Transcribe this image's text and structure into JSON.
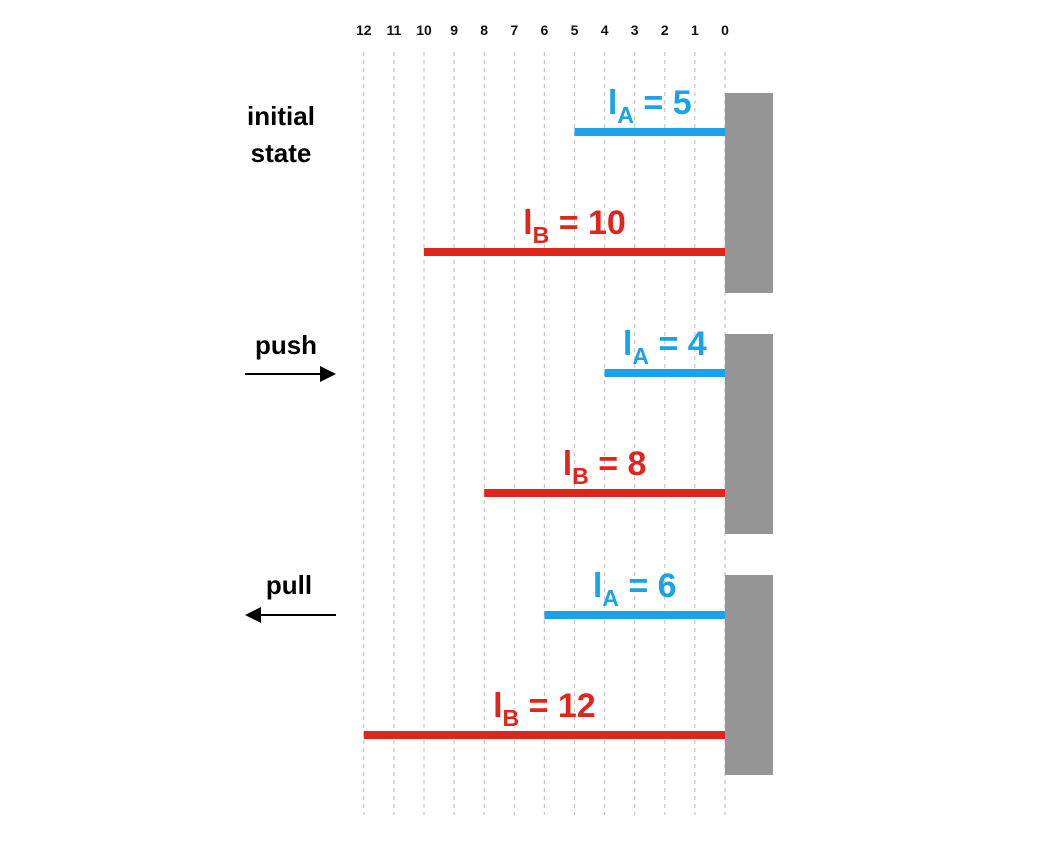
{
  "scale": {
    "ticks": [
      "12",
      "11",
      "10",
      "9",
      "8",
      "7",
      "6",
      "5",
      "4",
      "3",
      "2",
      "1",
      "0"
    ]
  },
  "colors": {
    "a_line": "#1aa3e8",
    "b_line": "#e0261b",
    "wall": "#959595",
    "gridline": "#c8c8c8",
    "text": "#000000"
  },
  "panels": [
    {
      "label_lines": [
        "initial",
        "state"
      ],
      "arrow": "none",
      "a": {
        "letter": "l",
        "sub": "A",
        "eq": " = ",
        "value": 5
      },
      "b": {
        "letter": "l",
        "sub": "B",
        "eq": " = ",
        "value": 10
      }
    },
    {
      "label_lines": [
        "push"
      ],
      "arrow": "right-arrow",
      "a": {
        "letter": "l",
        "sub": "A",
        "eq": " = ",
        "value": 4
      },
      "b": {
        "letter": "l",
        "sub": "B",
        "eq": " = ",
        "value": 8
      }
    },
    {
      "label_lines": [
        "pull"
      ],
      "arrow": "left-arrow",
      "a": {
        "letter": "l",
        "sub": "A",
        "eq": " = ",
        "value": 6
      },
      "b": {
        "letter": "l",
        "sub": "B",
        "eq": " = ",
        "value": 12
      }
    }
  ]
}
